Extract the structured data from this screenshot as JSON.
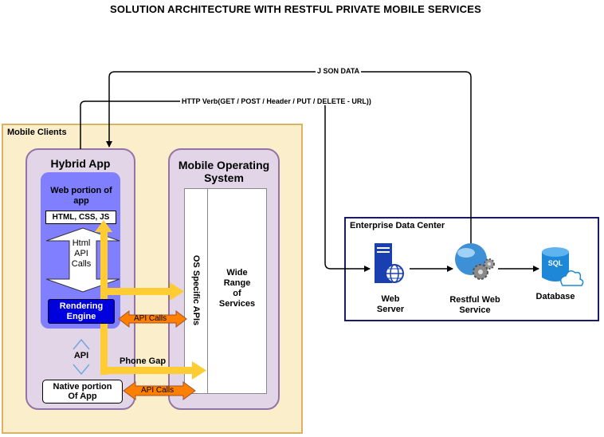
{
  "title": "SOLUTION ARCHITECTURE WITH RESTFUL PRIVATE MOBILE SERVICES",
  "connections": {
    "json_data": "J SON DATA",
    "http_verb": "HTTP Verb(GET / POST / Header /  PUT / DELETE - URL))"
  },
  "mobile_clients": {
    "label": "Mobile Clients",
    "hybrid_app": {
      "title": "Hybrid App",
      "web_portion": "Web portion of app",
      "html_css_js": "HTML, CSS, JS",
      "html_api_calls": [
        "Html",
        "API",
        "Calls"
      ],
      "rendering_engine": [
        "Rendering",
        "Engine"
      ],
      "api": "API",
      "native_portion": [
        "Native portion",
        "Of App"
      ]
    },
    "mobile_os": {
      "title": [
        "Mobile Operating",
        "System"
      ],
      "os_specific_apis": "OS Specific APIs",
      "wide_range": [
        "Wide",
        "Range",
        "of",
        "Services"
      ]
    },
    "phone_gap": "Phone Gap",
    "api_calls_top": "API Calls",
    "api_calls_bottom": "API Calls"
  },
  "enterprise_data_center": {
    "label": "Enterprise Data Center",
    "web_server": [
      "Web",
      "Server"
    ],
    "restful_web_service": [
      "Restful Web",
      "Service"
    ],
    "database": "Database",
    "sql_badge": "SQL"
  },
  "colors": {
    "yellow_arrow": "#ffcc33",
    "orange_arrow": "#ff8000",
    "container_fill": "#fbefcb",
    "app_fill": "#e1d5e7",
    "web_portion_fill": "#7f7fff",
    "rendering_fill": "#0000dd",
    "server_blue": "#1a3fb0"
  }
}
